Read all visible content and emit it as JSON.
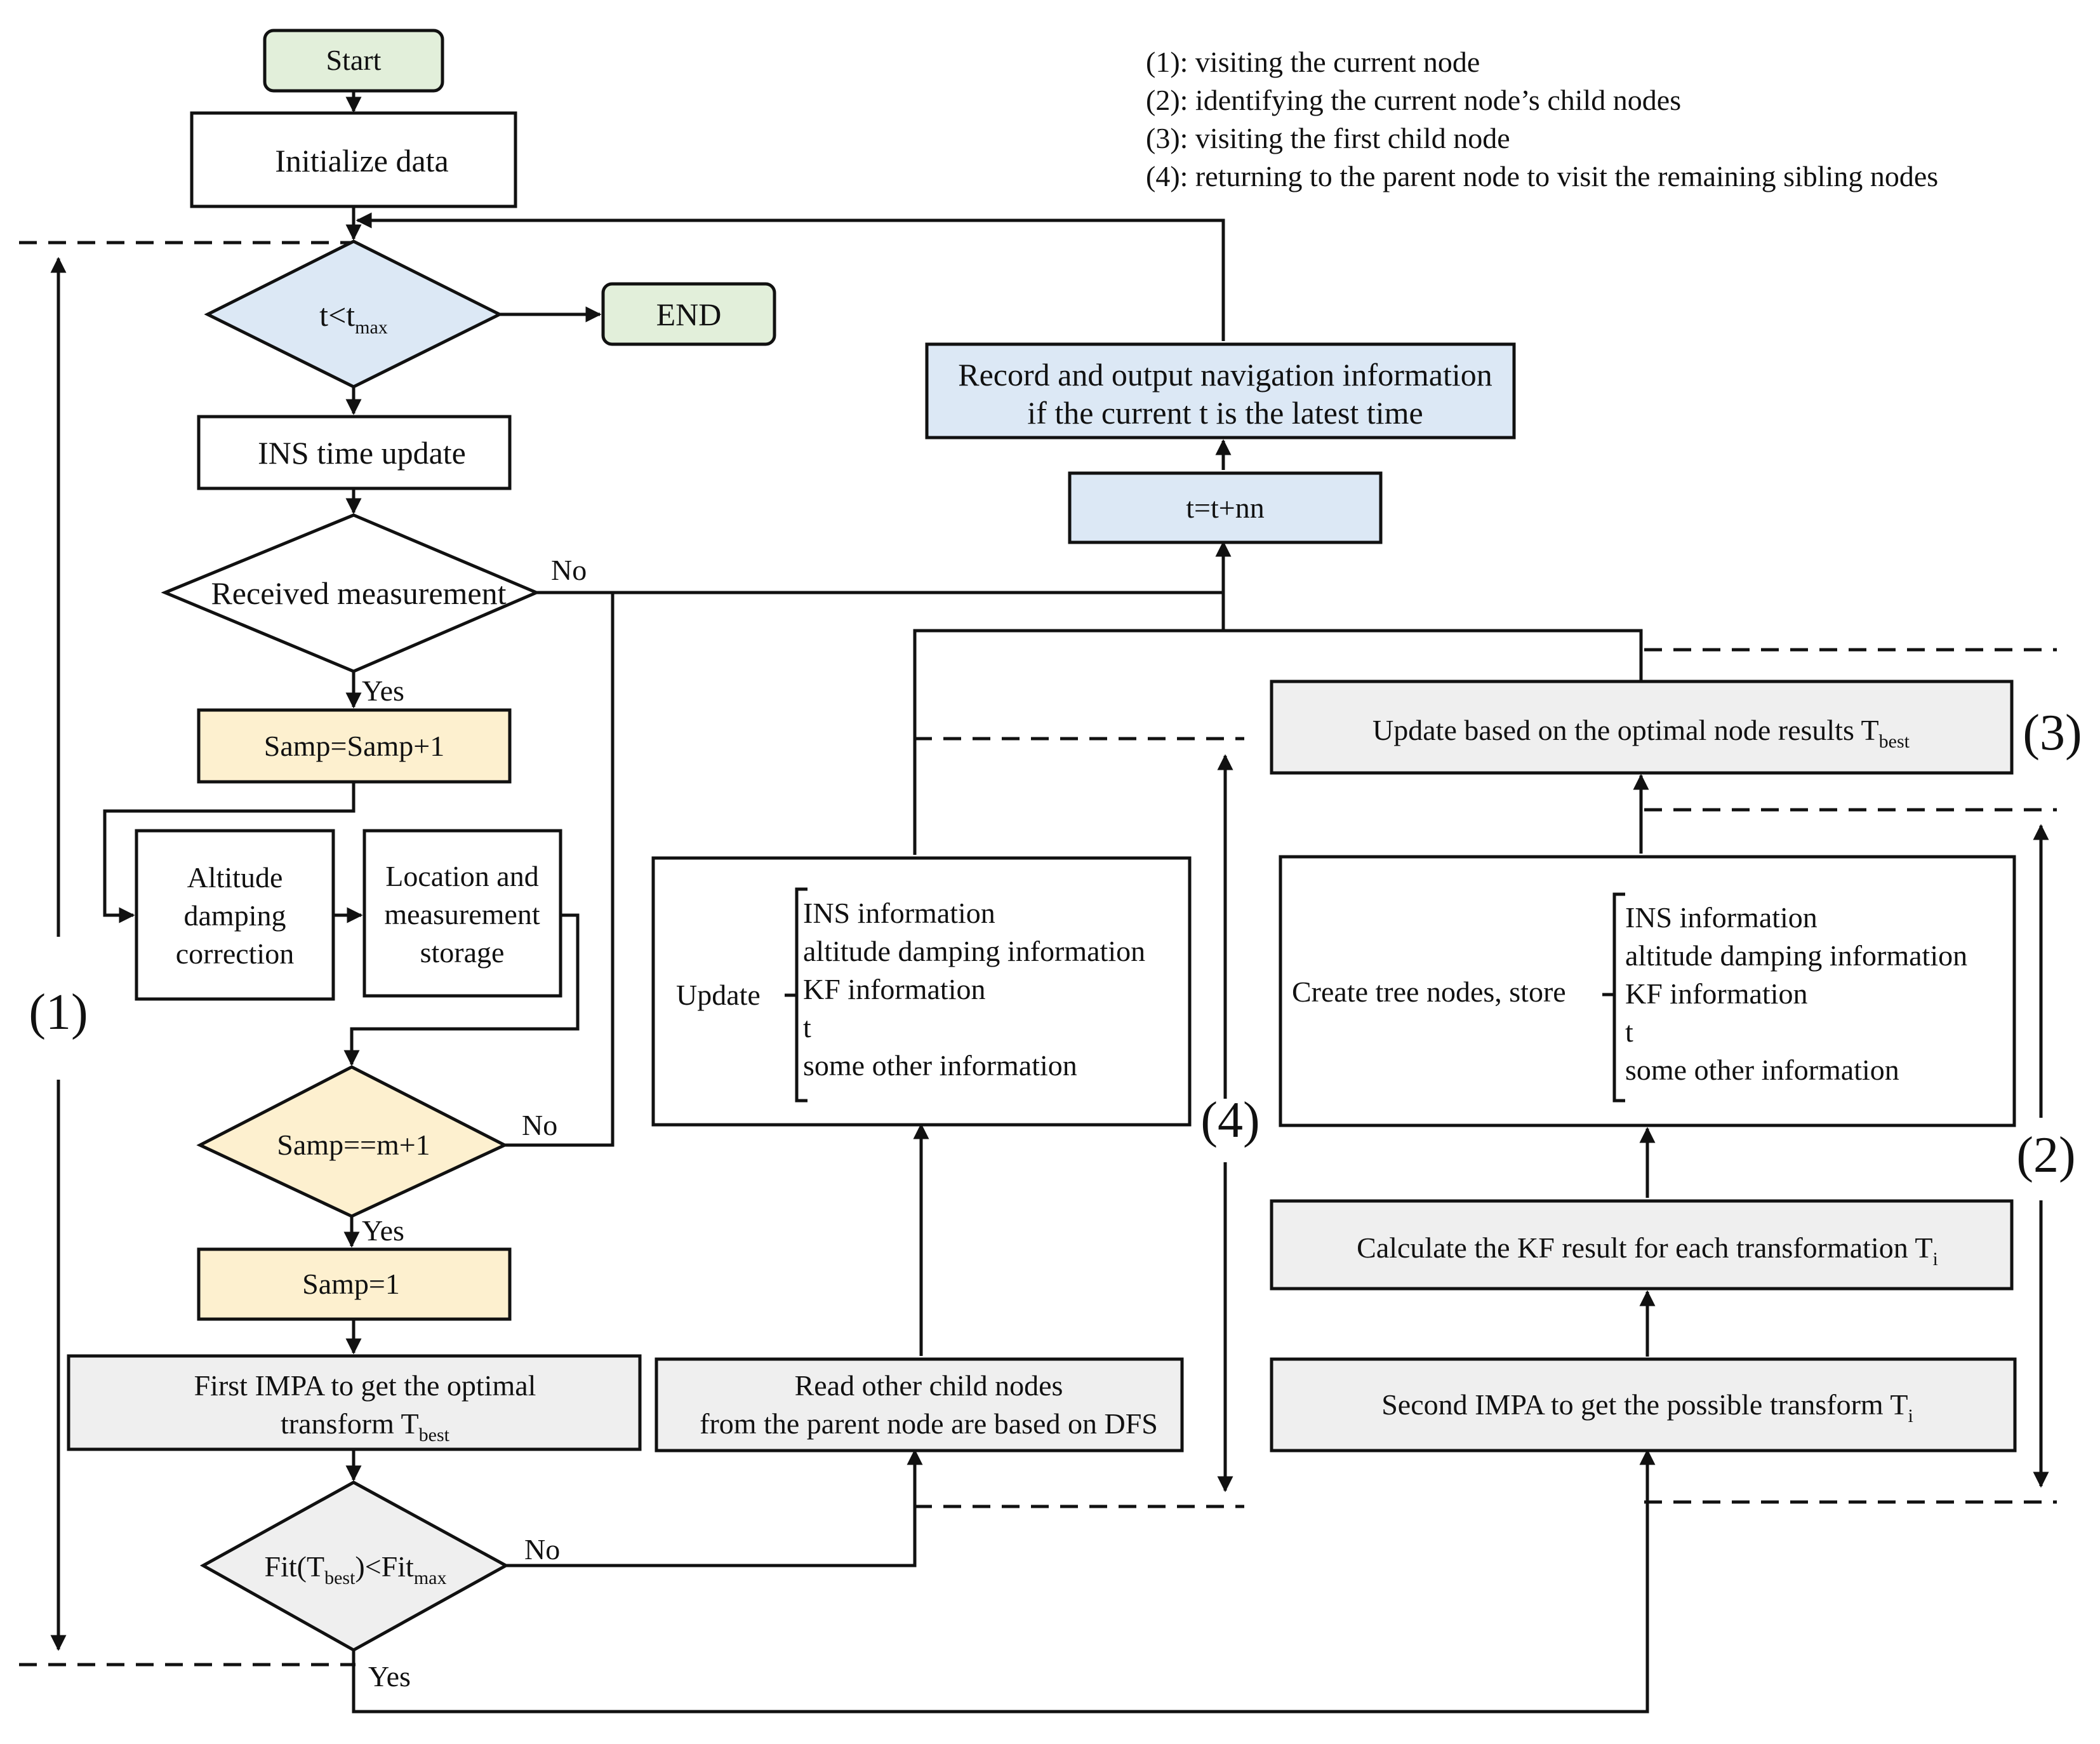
{
  "colors": {
    "terminal": "#e2efda",
    "loop": "#dce8f5",
    "sampling": "#fdf0cf",
    "process": "#efefef",
    "plain": "#ffffff",
    "line": "#111111"
  },
  "legend": [
    "(1): visiting the current node",
    "(2): identifying the current node’s child nodes",
    "(3): visiting the first child node",
    "(4): returning to the parent node to visit the remaining sibling nodes"
  ],
  "nodes": {
    "start": "Start",
    "init": "Initialize data",
    "cond_t": {
      "main": "t<t",
      "sub": "max"
    },
    "end": "END",
    "ins_update": "INS time update",
    "cond_meas": "Received measurement",
    "samp_inc": "Samp=Samp+1",
    "altitude": [
      "Altitude",
      "damping",
      "correction"
    ],
    "location": [
      "Location and",
      "measurement",
      "storage"
    ],
    "cond_samp": "Samp==m+1",
    "samp_reset": "Samp=1",
    "first_impa": {
      "line1": "First IMPA to get the optimal",
      "line2": "transform T",
      "sub": "best"
    },
    "cond_fit": {
      "a": "Fit(T",
      "a_sub": "best",
      "b": ")<Fit",
      "b_sub": "max"
    },
    "read_other": [
      "Read other child nodes",
      "from the parent node are based on DFS"
    ],
    "update_box": {
      "label": "Update",
      "items": [
        "INS information",
        "altitude damping information",
        "KF information",
        "t",
        "some other information"
      ]
    },
    "t_inc": "t=t+nn",
    "record": [
      "Record and output navigation information",
      "if the current t is the latest time"
    ],
    "update_optimal": {
      "text": "Update based on the optimal node results T",
      "sub": "best"
    },
    "create_tree": {
      "label": "Create tree nodes, store",
      "items": [
        "INS information",
        "altitude damping information",
        "KF information",
        "t",
        "some other information"
      ]
    },
    "calc_kf": {
      "text": "Calculate the KF result for each transformation T",
      "sub": "i"
    },
    "second_impa": {
      "text": "Second IMPA to get the possible transform T",
      "sub": "i"
    }
  },
  "edge_labels": {
    "no_meas": "No",
    "yes_meas": "Yes",
    "no_samp": "No",
    "yes_samp": "Yes",
    "no_fit": "No",
    "yes_fit": "Yes"
  },
  "region_labels": {
    "r1": "(1)",
    "r2": "(2)",
    "r3": "(3)",
    "r4": "(4)"
  }
}
